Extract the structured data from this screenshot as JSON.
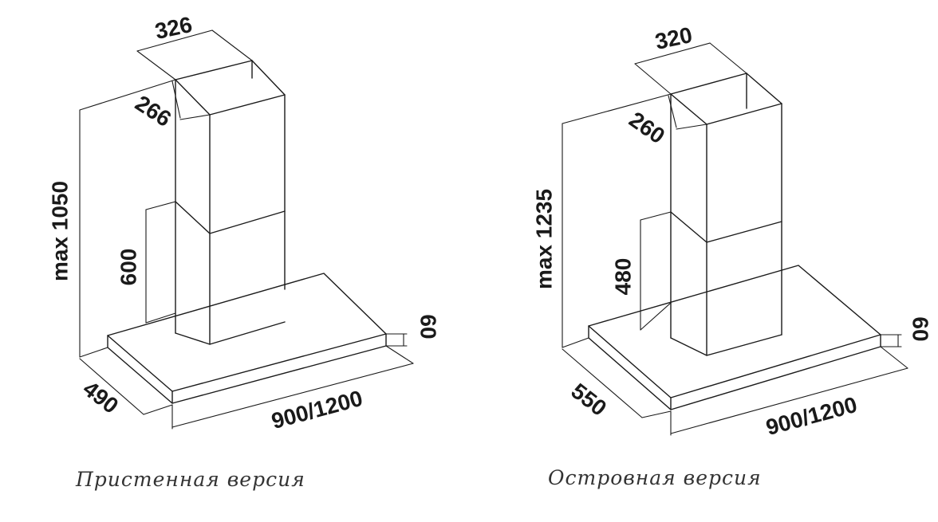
{
  "wall_version": {
    "caption": "Пристенная версия",
    "dimensions": {
      "chimney_width": "326",
      "chimney_depth": "266",
      "max_height": "max 1050",
      "lower_chimney": "600",
      "canopy_thickness": "60",
      "canopy_depth": "490",
      "canopy_width": "900/1200"
    }
  },
  "island_version": {
    "caption": "Островная версия",
    "dimensions": {
      "chimney_width": "320",
      "chimney_depth": "260",
      "max_height": "max 1235",
      "lower_chimney": "480",
      "canopy_thickness": "60",
      "canopy_depth": "550",
      "canopy_width": "900/1200"
    }
  }
}
